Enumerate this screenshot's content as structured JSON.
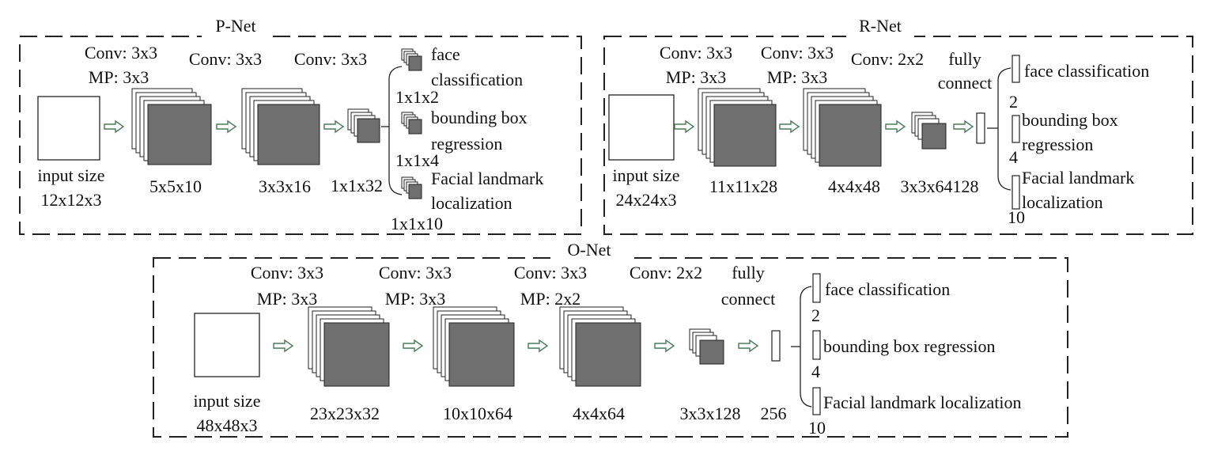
{
  "colors": {
    "block_fill": "#6f6f6f",
    "arrow": "#4a7a5a",
    "border": "#222222",
    "line": "#222222"
  },
  "pnet": {
    "title": "P-Net",
    "input_label_1": "input size",
    "input_label_2": "12x12x3",
    "conv1_1": "Conv: 3x3",
    "conv1_2": "MP: 3x3",
    "conv2": "Conv: 3x3",
    "conv3": "Conv: 3x3",
    "dim1": "5x5x10",
    "dim2": "3x3x16",
    "dim3": "1x1x32",
    "out1_a": "face",
    "out1_b": "classification",
    "out1_dim": "1x1x2",
    "out2_a": "bounding box",
    "out2_b": "regression",
    "out2_dim": "1x1x4",
    "out3_a": "Facial landmark",
    "out3_b": "localization",
    "out3_dim": "1x1x10"
  },
  "rnet": {
    "title": "R-Net",
    "input_label_1": "input size",
    "input_label_2": "24x24x3",
    "conv1_1": "Conv: 3x3",
    "conv1_2": "MP: 3x3",
    "conv2_1": "Conv: 3x3",
    "conv2_2": "MP: 3x3",
    "conv3": "Conv: 2x2",
    "fc_1": "fully",
    "fc_2": "connect",
    "dim1": "11x11x28",
    "dim2": "4x4x48",
    "dim3": "3x3x64128",
    "out1": "face classification",
    "out1_dim": "2",
    "out2_a": "bounding box",
    "out2_b": "regression",
    "out2_dim": "4",
    "out3_a": "Facial landmark",
    "out3_b": "localization",
    "out3_dim": "10"
  },
  "onet": {
    "title": "O-Net",
    "input_label_1": "input size",
    "input_label_2": "48x48x3",
    "conv1_1": "Conv: 3x3",
    "conv1_2": "MP: 3x3",
    "conv2_1": "Conv: 3x3",
    "conv2_2": "MP: 3x3",
    "conv3_1": "Conv: 3x3",
    "conv3_2": "MP: 2x2",
    "conv4": "Conv: 2x2",
    "fc_1": "fully",
    "fc_2": "connect",
    "dim1": "23x23x32",
    "dim2": "10x10x64",
    "dim3": "4x4x64",
    "dim4": "3x3x128",
    "dim5": "256",
    "out1": "face classification",
    "out1_dim": "2",
    "out2": "bounding box regression",
    "out2_dim": "4",
    "out3": "Facial landmark localization",
    "out3_dim": "10"
  }
}
